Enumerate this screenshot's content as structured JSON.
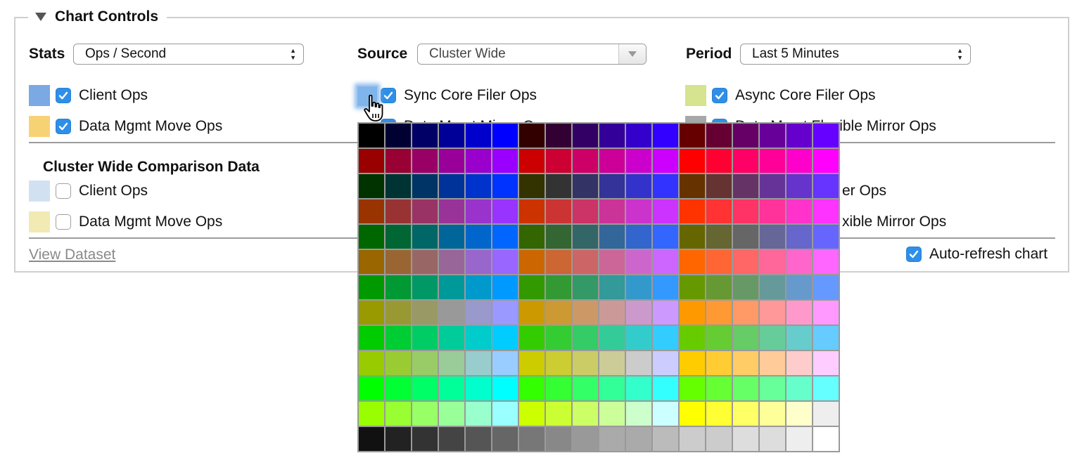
{
  "panel": {
    "title": "Chart Controls"
  },
  "stats": {
    "label": "Stats",
    "value": "Ops / Second"
  },
  "source": {
    "label": "Source",
    "value": "Cluster Wide"
  },
  "period": {
    "label": "Period",
    "value": "Last 5 Minutes"
  },
  "series": [
    {
      "label": "Client Ops",
      "color": "#7aa9e3",
      "checked": true
    },
    {
      "label": "Data Mgmt Move Ops",
      "color": "#f7d275",
      "checked": true
    },
    {
      "label": "Sync Core Filer Ops",
      "color": "#7fb5ea",
      "checked": true
    },
    {
      "label": "Data Mgmt Mirror Ops",
      "color": "#8fd6a9",
      "checked": true
    },
    {
      "label": "Async Core Filer Ops",
      "color": "#d6e38f",
      "checked": true
    },
    {
      "label": "Data Mgmt Flexible Mirror Ops",
      "color": "#a7a7a7",
      "checked": true
    }
  ],
  "comparison": {
    "title": "Cluster Wide Comparison Data",
    "items": [
      {
        "label": "Client Ops",
        "color": "#d2e1f2",
        "checked": false
      },
      {
        "label": "Data Mgmt Move Ops",
        "color": "#f1eab3",
        "checked": false
      },
      {
        "label_visible": "er Ops"
      },
      {
        "label_visible": "xible Mirror Ops"
      }
    ]
  },
  "footer": {
    "view_dataset": "View Dataset",
    "auto_refresh": "Auto-refresh chart",
    "auto_refresh_checked": true
  },
  "palette_rows": [
    [
      "#000000",
      "#000033",
      "#000066",
      "#000099",
      "#0000cc",
      "#0000ff",
      "#330000",
      "#330033",
      "#330066",
      "#330099",
      "#3300cc",
      "#3300ff",
      "#660000",
      "#660033",
      "#660066",
      "#660099",
      "#6600cc",
      "#6600ff"
    ],
    [
      "#990000",
      "#990033",
      "#990066",
      "#990099",
      "#9900cc",
      "#9900ff",
      "#cc0000",
      "#cc0033",
      "#cc0066",
      "#cc0099",
      "#cc00cc",
      "#cc00ff",
      "#ff0000",
      "#ff0033",
      "#ff0066",
      "#ff0099",
      "#ff00cc",
      "#ff00ff"
    ],
    [
      "#003300",
      "#003333",
      "#003366",
      "#003399",
      "#0033cc",
      "#0033ff",
      "#333300",
      "#333333",
      "#333366",
      "#333399",
      "#3333cc",
      "#3333ff",
      "#663300",
      "#663333",
      "#663366",
      "#663399",
      "#6633cc",
      "#6633ff"
    ],
    [
      "#993300",
      "#993333",
      "#993366",
      "#993399",
      "#9933cc",
      "#9933ff",
      "#cc3300",
      "#cc3333",
      "#cc3366",
      "#cc3399",
      "#cc33cc",
      "#cc33ff",
      "#ff3300",
      "#ff3333",
      "#ff3366",
      "#ff3399",
      "#ff33cc",
      "#ff33ff"
    ],
    [
      "#006600",
      "#006633",
      "#006666",
      "#006699",
      "#0066cc",
      "#0066ff",
      "#336600",
      "#336633",
      "#336666",
      "#336699",
      "#3366cc",
      "#3366ff",
      "#666600",
      "#666633",
      "#666666",
      "#666699",
      "#6666cc",
      "#6666ff"
    ],
    [
      "#996600",
      "#996633",
      "#996666",
      "#996699",
      "#9966cc",
      "#9966ff",
      "#cc6600",
      "#cc6633",
      "#cc6666",
      "#cc6699",
      "#cc66cc",
      "#cc66ff",
      "#ff6600",
      "#ff6633",
      "#ff6666",
      "#ff6699",
      "#ff66cc",
      "#ff66ff"
    ],
    [
      "#009900",
      "#009933",
      "#009966",
      "#009999",
      "#0099cc",
      "#0099ff",
      "#339900",
      "#339933",
      "#339966",
      "#339999",
      "#3399cc",
      "#3399ff",
      "#669900",
      "#669933",
      "#669966",
      "#669999",
      "#6699cc",
      "#6699ff"
    ],
    [
      "#999900",
      "#999933",
      "#999966",
      "#999999",
      "#9999cc",
      "#9999ff",
      "#cc9900",
      "#cc9933",
      "#cc9966",
      "#cc9999",
      "#cc99cc",
      "#cc99ff",
      "#ff9900",
      "#ff9933",
      "#ff9966",
      "#ff9999",
      "#ff99cc",
      "#ff99ff"
    ],
    [
      "#00cc00",
      "#00cc33",
      "#00cc66",
      "#00cc99",
      "#00cccc",
      "#00ccff",
      "#33cc00",
      "#33cc33",
      "#33cc66",
      "#33cc99",
      "#33cccc",
      "#33ccff",
      "#66cc00",
      "#66cc33",
      "#66cc66",
      "#66cc99",
      "#66cccc",
      "#66ccff"
    ],
    [
      "#99cc00",
      "#99cc33",
      "#99cc66",
      "#99cc99",
      "#99cccc",
      "#99ccff",
      "#cccc00",
      "#cccc33",
      "#cccc66",
      "#cccc99",
      "#cccccc",
      "#ccccff",
      "#ffcc00",
      "#ffcc33",
      "#ffcc66",
      "#ffcc99",
      "#ffcccc",
      "#ffccff"
    ],
    [
      "#00ff00",
      "#00ff33",
      "#00ff66",
      "#00ff99",
      "#00ffcc",
      "#00ffff",
      "#33ff00",
      "#33ff33",
      "#33ff66",
      "#33ff99",
      "#33ffcc",
      "#33ffff",
      "#66ff00",
      "#66ff33",
      "#66ff66",
      "#66ff99",
      "#66ffcc",
      "#66ffff"
    ],
    [
      "#99ff00",
      "#99ff33",
      "#99ff66",
      "#99ff99",
      "#99ffcc",
      "#99ffff",
      "#ccff00",
      "#ccff33",
      "#ccff66",
      "#ccff99",
      "#ccffcc",
      "#ccffff",
      "#ffff00",
      "#ffff33",
      "#ffff66",
      "#ffff99",
      "#ffffcc",
      "#eeeeee"
    ],
    [
      "#111111",
      "#222222",
      "#333333",
      "#444444",
      "#555555",
      "#666666",
      "#777777",
      "#888888",
      "#999999",
      "#aaaaaa",
      "#aaaaaa",
      "#bbbbbb",
      "#cccccc",
      "#cccccc",
      "#dddddd",
      "#dddddd",
      "#eeeeee",
      "#ffffff"
    ]
  ]
}
